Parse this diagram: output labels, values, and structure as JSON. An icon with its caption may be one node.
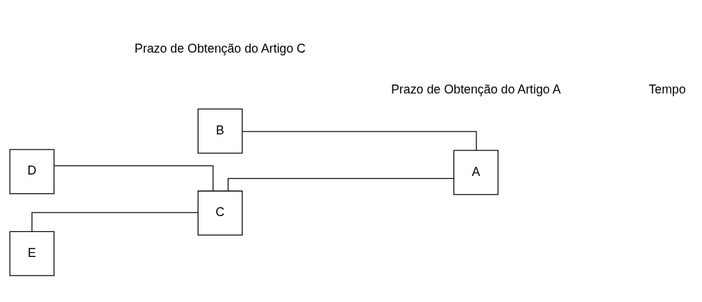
{
  "diagram": {
    "nodes": [
      {
        "text": [
          "B"
        ]
      },
      {
        "text": [
          "D"
        ]
      },
      {
        "text": [
          "A"
        ]
      },
      {
        "text": [
          "C"
        ]
      },
      {
        "text": [
          "E"
        ]
      }
    ],
    "edges": [
      {
        "from": 1,
        "to": 3,
        "arrow": "none"
      },
      {
        "from": 4,
        "to": 3,
        "arrow": "none"
      },
      {
        "from": 3,
        "to": 2,
        "arrow": "none"
      },
      {
        "from": 0,
        "to": 2,
        "arrow": "none"
      }
    ],
    "labels": [
      "Prazo de Obtenção do Artigo C",
      "Prazo de Obtenção do Artigo A",
      "Tempo"
    ]
  }
}
